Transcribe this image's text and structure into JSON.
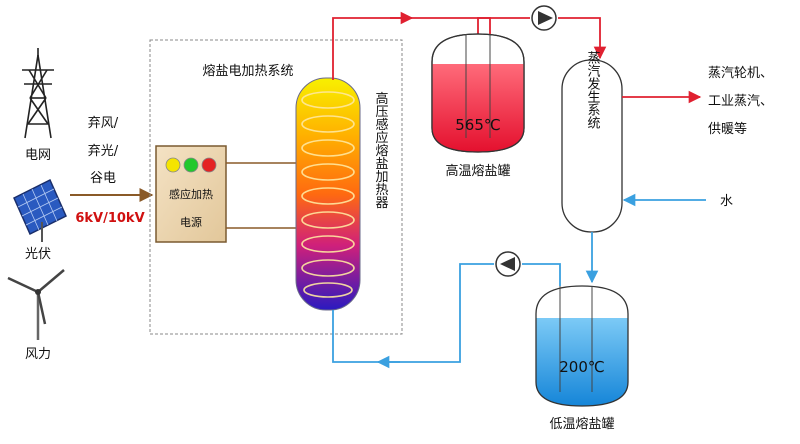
{
  "sources": {
    "grid": "电网",
    "pv": "光伏",
    "wind": "风力"
  },
  "input_text": {
    "line1": "弃风/",
    "line2": "弃光/",
    "line3": "谷电",
    "voltage": "6kV/10kV"
  },
  "heating_system": {
    "title": "熔盐电加热系统",
    "power_supply_line1": "感应加热",
    "power_supply_line2": "电源",
    "heater_label": "高压感应熔盐加热器",
    "indicator_colors": [
      "#f5e400",
      "#22c82c",
      "#e42222"
    ]
  },
  "hot_tank": {
    "temperature": "565℃",
    "label": "高温熔盐罐",
    "color": "#ee1b3a"
  },
  "cold_tank": {
    "temperature": "200℃",
    "label": "低温熔盐罐",
    "color": "#1a93e0"
  },
  "steam_generator": {
    "label": "蒸汽发生系统"
  },
  "outputs": {
    "line1": "蒸汽轮机、",
    "line2": "工业蒸汽、",
    "line3": "供暖等"
  },
  "water_input": "水",
  "colors": {
    "hot_line": "#e02030",
    "cold_line": "#3aa0e0",
    "power_line": "#8a5a28",
    "voltage_text": "#d01010"
  }
}
